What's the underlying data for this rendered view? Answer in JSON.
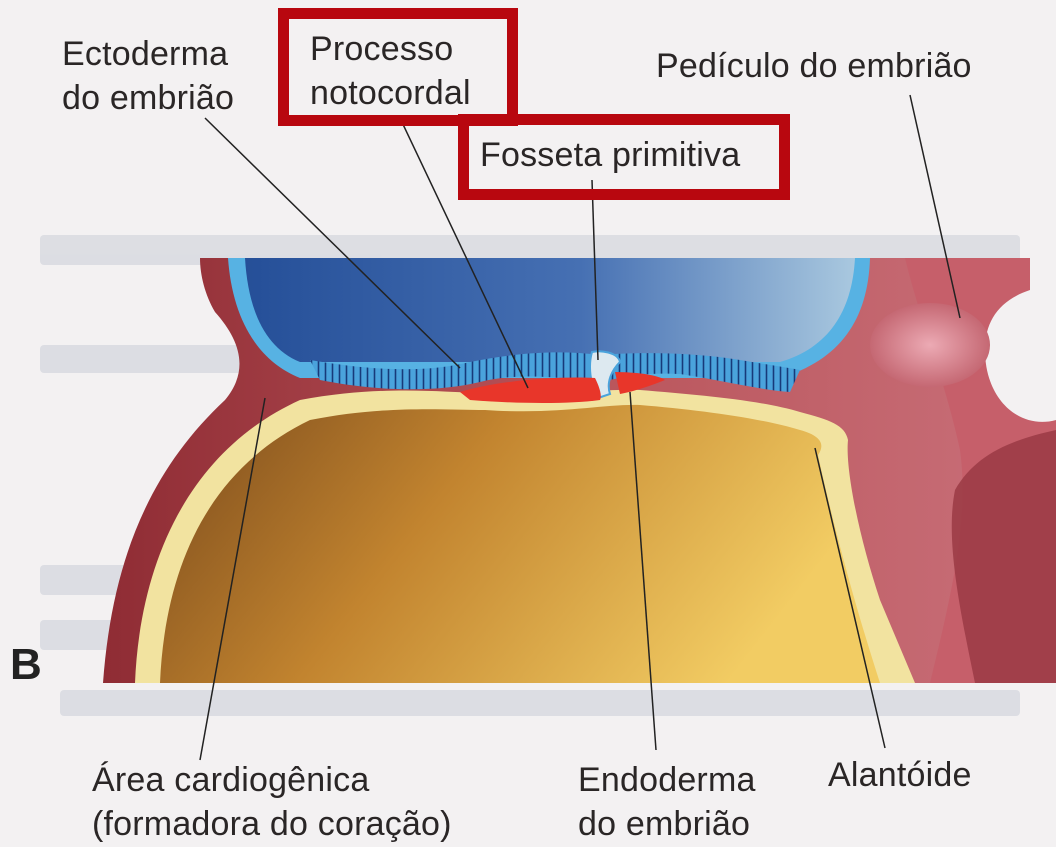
{
  "panel_letter": "B",
  "labels": {
    "ectoderma": [
      "Ectoderma",
      "do embrião"
    ],
    "processo": [
      "Processo",
      "notocordal"
    ],
    "fosseta": "Fosseta primitiva",
    "pediculo": "Pedículo do embrião",
    "area_cardiogenica": [
      "Área cardiogênica",
      "(formadora do coração)"
    ],
    "endoderma": [
      "Endoderma",
      "do embrião"
    ],
    "alantoide": "Alantóide"
  },
  "colors": {
    "highlight": "#b8070f",
    "amnion_blue": "#2f5fa6",
    "ectoderm_light_blue": "#4aa3dc",
    "mesoderm_red": "#e8362a",
    "yolk_sac_gold": "#d9a441",
    "endoderm_yellow": "#f3df9c",
    "extraembryonic_mesoderm": "#b5474e"
  },
  "highlighted": [
    "processo",
    "fosseta"
  ]
}
